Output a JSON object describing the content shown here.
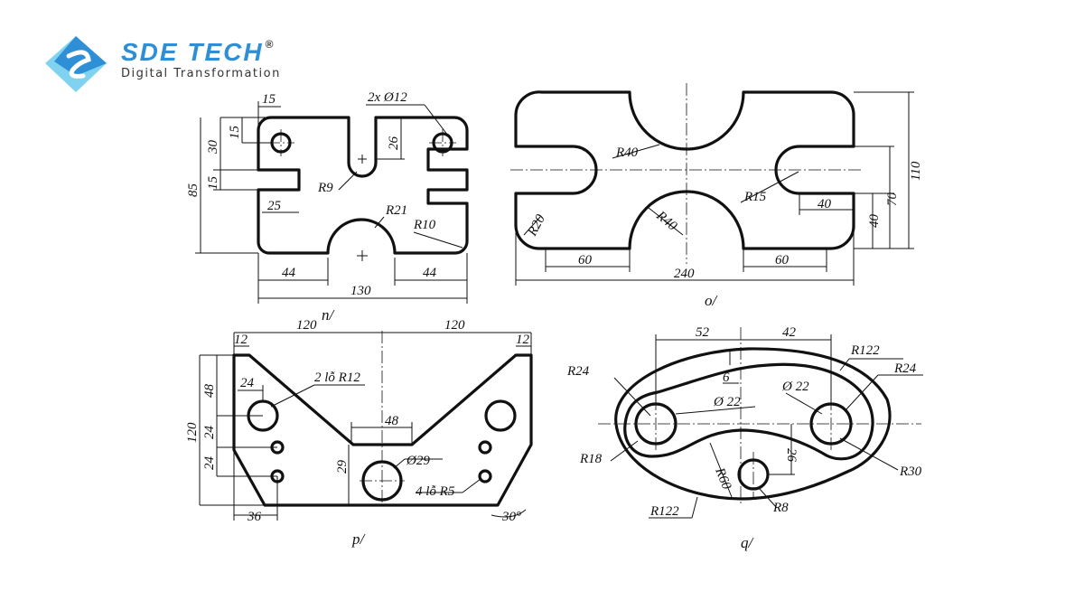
{
  "brand": {
    "name": "SDE TECH",
    "registered": "®",
    "tagline": "Digital Transformation",
    "colors": {
      "primary": "#2f8fd6",
      "secondary": "#7fd3f0"
    }
  },
  "drawings": {
    "n": {
      "caption": "n/",
      "dims": {
        "d15_top": "15",
        "holes": "2x Ø12",
        "d15_left": "15",
        "d30": "30",
        "d26": "26",
        "d15_slot": "15",
        "d85": "85",
        "r9": "R9",
        "d25": "25",
        "r21": "R21",
        "r10": "R10",
        "d44_left": "44",
        "d44_right": "44",
        "d130": "130"
      }
    },
    "o": {
      "caption": "o/",
      "dims": {
        "r40_top": "R40",
        "r15": "R15",
        "d40_h": "40",
        "r20": "R20",
        "r40_bottom": "R40",
        "d110": "110",
        "d70": "70",
        "d40_v": "40",
        "d60_left": "60",
        "d60_right": "60",
        "d240": "240"
      }
    },
    "p": {
      "caption": "p/",
      "dims": {
        "d120_left": "120",
        "d120_right": "120",
        "d12_left": "12",
        "d12_right": "12",
        "d24_top": "24",
        "holes_r12": "2 lỗ R12",
        "d48_v": "48",
        "d48_h": "48",
        "d120_v": "120",
        "d24_mid": "24",
        "d24_low": "24",
        "d29": "29",
        "phi29": "Ø29",
        "holes_r5": "4 lỗ R5",
        "d36": "36",
        "angle": "30°"
      }
    },
    "q": {
      "caption": "q/",
      "dims": {
        "d52": "52",
        "d42": "42",
        "r122_top": "R122",
        "r24_left": "R24",
        "r24_right": "R24",
        "d6": "6",
        "phi22_left": "Ø 22",
        "phi22_right": "Ø 22",
        "d26": "26",
        "r18": "R18",
        "r60": "R60",
        "r30": "R30",
        "r8": "R8",
        "r122_bottom": "R122"
      }
    }
  }
}
